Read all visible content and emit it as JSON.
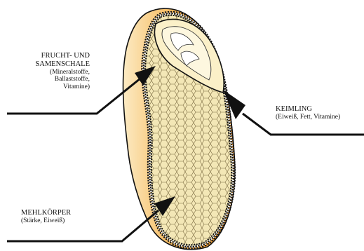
{
  "labels": {
    "fruchtschale": {
      "lines": [
        "FRUCHT- UND",
        "SAMENSCHALE"
      ],
      "details": [
        "(Mineralstoffe,",
        "Ballaststoffe,",
        "Vitamine)"
      ]
    },
    "keimling": {
      "title": "KEIMLING",
      "detail": "(Eiweiß, Fett, Vitamine)"
    },
    "mehlkoerper": {
      "title": "MEHLKÖRPER",
      "detail": "(Stärke, Eiweiß)"
    }
  },
  "colors": {
    "husk_outer": "#f0a030",
    "husk_light": "#fbe3b0",
    "endosperm": "#f3e7b6",
    "germ": "#fbf0c8",
    "outline": "#111111"
  }
}
